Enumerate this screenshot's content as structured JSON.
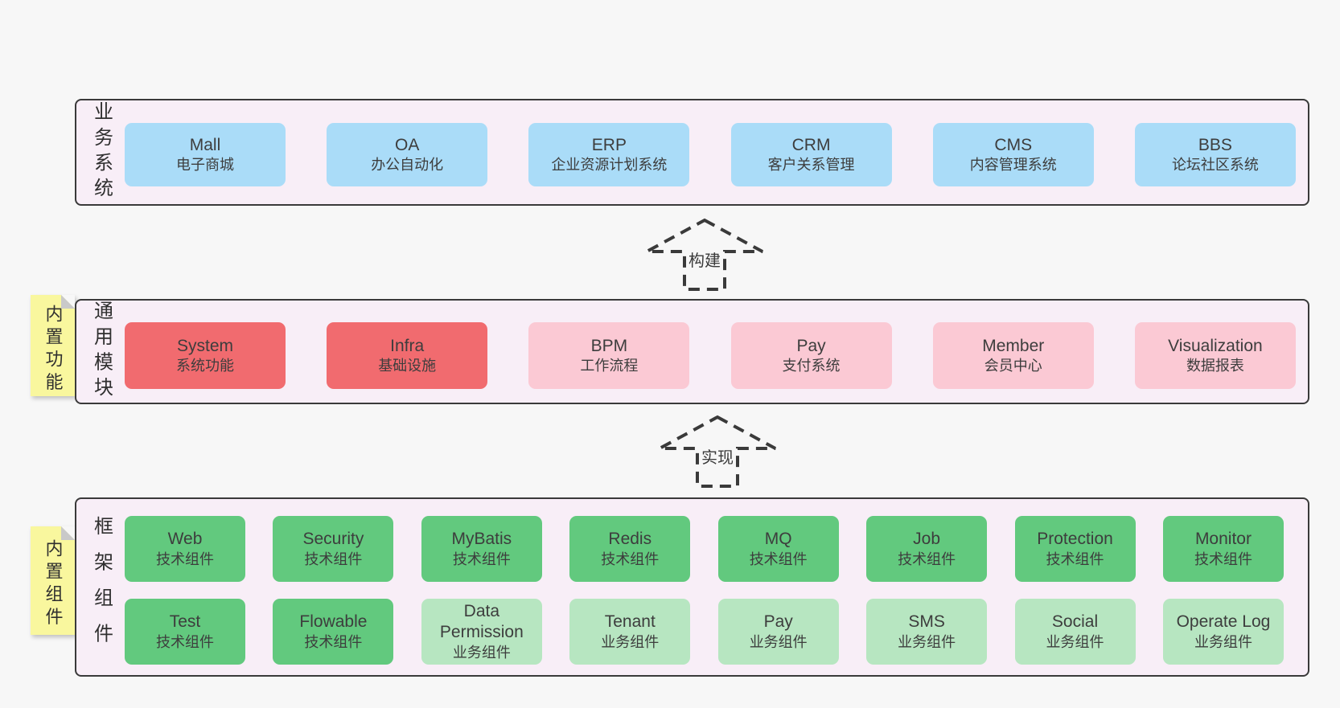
{
  "colors": {
    "page_bg": "#f7f7f7",
    "band_bg": "#f8eef7",
    "band_border": "#3a3a3a",
    "blue": "#aadcf8",
    "red": "#f16b6f",
    "pink": "#fbc9d4",
    "green_dark": "#62c97e",
    "green_light": "#b7e6c1",
    "note_yellow": "#f9f79e",
    "note_fold": "#c9c9c9",
    "text": "#3d3d3d"
  },
  "arrows": [
    {
      "label": "构建"
    },
    {
      "label": "实现"
    }
  ],
  "bands": [
    {
      "side_label": "业务系统",
      "boxes": [
        {
          "en": "Mall",
          "zh": "电子商城",
          "color": "blue"
        },
        {
          "en": "OA",
          "zh": "办公自动化",
          "color": "blue"
        },
        {
          "en": "ERP",
          "zh": "企业资源计划系统",
          "color": "blue"
        },
        {
          "en": "CRM",
          "zh": "客户关系管理",
          "color": "blue"
        },
        {
          "en": "CMS",
          "zh": "内容管理系统",
          "color": "blue"
        },
        {
          "en": "BBS",
          "zh": "论坛社区系统",
          "color": "blue"
        }
      ]
    },
    {
      "side_label": "通用模块",
      "note": "内置功能",
      "boxes": [
        {
          "en": "System",
          "zh": "系统功能",
          "color": "red"
        },
        {
          "en": "Infra",
          "zh": "基础设施",
          "color": "red"
        },
        {
          "en": "BPM",
          "zh": "工作流程",
          "color": "pink"
        },
        {
          "en": "Pay",
          "zh": "支付系统",
          "color": "pink"
        },
        {
          "en": "Member",
          "zh": "会员中心",
          "color": "pink"
        },
        {
          "en": "Visualization",
          "zh": "数据报表",
          "color": "pink"
        }
      ]
    },
    {
      "side_label": "框架组件",
      "note": "内置组件",
      "rows": [
        [
          {
            "en": "Web",
            "zh": "技术组件",
            "color": "green_dark"
          },
          {
            "en": "Security",
            "zh": "技术组件",
            "color": "green_dark"
          },
          {
            "en": "MyBatis",
            "zh": "技术组件",
            "color": "green_dark"
          },
          {
            "en": "Redis",
            "zh": "技术组件",
            "color": "green_dark"
          },
          {
            "en": "MQ",
            "zh": "技术组件",
            "color": "green_dark"
          },
          {
            "en": "Job",
            "zh": "技术组件",
            "color": "green_dark"
          },
          {
            "en": "Protection",
            "zh": "技术组件",
            "color": "green_dark"
          },
          {
            "en": "Monitor",
            "zh": "技术组件",
            "color": "green_dark"
          }
        ],
        [
          {
            "en": "Test",
            "zh": "技术组件",
            "color": "green_dark"
          },
          {
            "en": "Flowable",
            "zh": "技术组件",
            "color": "green_dark"
          },
          {
            "en": "Data Permission",
            "zh": "业务组件",
            "color": "green_light"
          },
          {
            "en": "Tenant",
            "zh": "业务组件",
            "color": "green_light"
          },
          {
            "en": "Pay",
            "zh": "业务组件",
            "color": "green_light"
          },
          {
            "en": "SMS",
            "zh": "业务组件",
            "color": "green_light"
          },
          {
            "en": "Social",
            "zh": "业务组件",
            "color": "green_light"
          },
          {
            "en": "Operate Log",
            "zh": "业务组件",
            "color": "green_light"
          }
        ]
      ]
    }
  ]
}
